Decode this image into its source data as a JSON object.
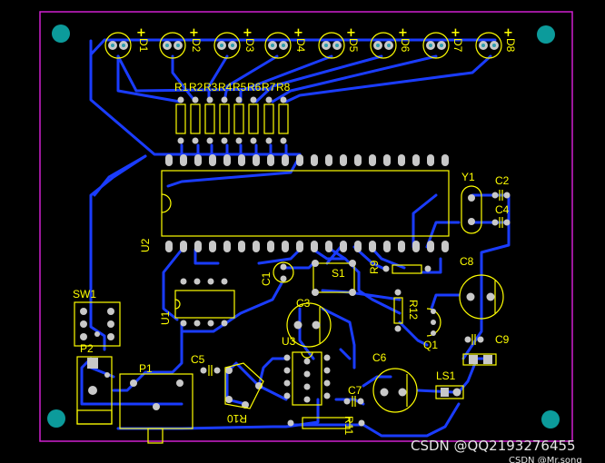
{
  "led_labels": [
    "D1",
    "D2",
    "D3",
    "D4",
    "D5",
    "D6",
    "D7",
    "D8"
  ],
  "resistor_labels": [
    "R1",
    "R2",
    "R3",
    "R4",
    "R5",
    "R6",
    "R7",
    "R8"
  ],
  "components": {
    "u1": "U1",
    "u2": "U2",
    "u3": "U3",
    "y1": "Y1",
    "c1": "C1",
    "c2": "C2",
    "c3": "C3",
    "c4": "C4",
    "c5": "C5",
    "c6": "C6",
    "c7": "C7",
    "c8": "C8",
    "c9": "C9",
    "s1": "S1",
    "r9": "R9",
    "r10": "R10",
    "r11": "R11",
    "r12": "R12",
    "sw1": "SW1",
    "p1": "P1",
    "p2": "P2",
    "q1": "Q1",
    "ls1": "LS1"
  },
  "plus_sign": "+",
  "watermark": {
    "main": "CSDN @QQ2193276455",
    "sub": "CSDN @Mr.song"
  },
  "colors": {
    "background": "#000000",
    "board_outline": "#d020d0",
    "trace": "#1a3cff",
    "silkscreen": "#ffff00",
    "pad": "#c8c8c8",
    "mounting_hole": "#0c9b9b"
  }
}
